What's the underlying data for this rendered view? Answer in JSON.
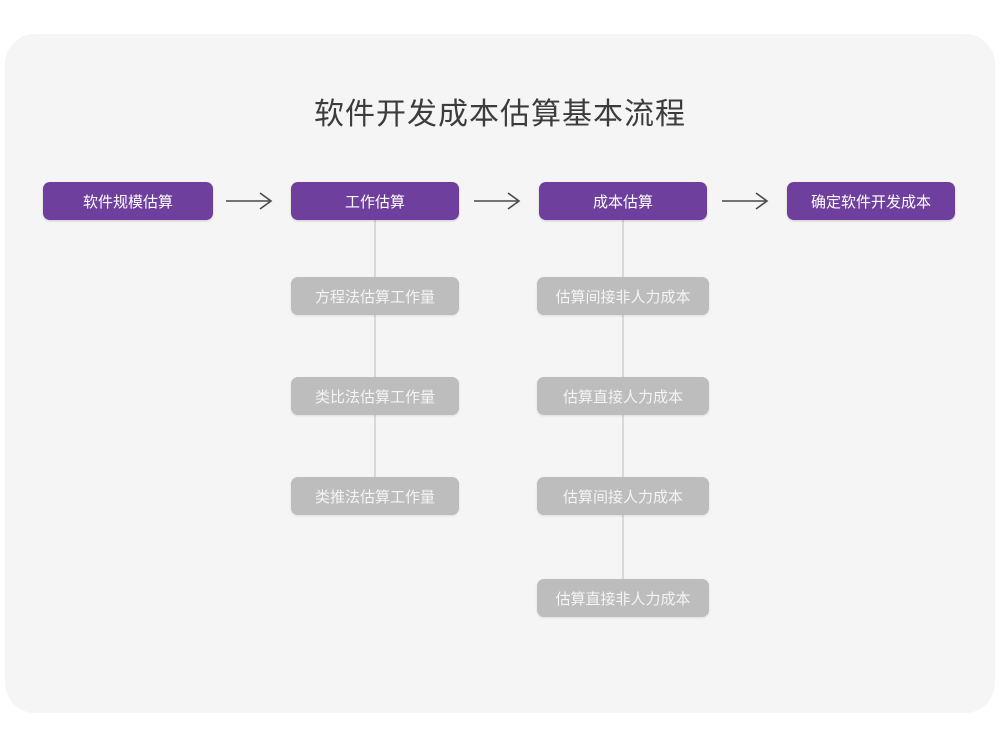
{
  "canvas": {
    "background": "#ffffff",
    "card_background": "#f5f5f5"
  },
  "colors": {
    "primary": "#6f3f9e",
    "secondary": "#bdbdbd",
    "title_text": "#3c3c3c",
    "primary_text": "#ffffff",
    "secondary_text": "#f4f4f4",
    "connector": "#d8d8d8",
    "arrow": "#4a4a4a"
  },
  "title": "软件开发成本估算基本流程",
  "diagram": {
    "type": "flowchart",
    "stages": [
      {
        "id": "stage-1",
        "label": "软件规模估算",
        "style": "primary",
        "substeps": []
      },
      {
        "id": "stage-2",
        "label": "工作估算",
        "style": "primary",
        "substeps": [
          {
            "id": "stage-2-sub-1",
            "label": "方程法估算工作量",
            "style": "secondary"
          },
          {
            "id": "stage-2-sub-2",
            "label": "类比法估算工作量",
            "style": "secondary"
          },
          {
            "id": "stage-2-sub-3",
            "label": "类推法估算工作量",
            "style": "secondary"
          }
        ]
      },
      {
        "id": "stage-3",
        "label": "成本估算",
        "style": "primary",
        "substeps": [
          {
            "id": "stage-3-sub-1",
            "label": "估算间接非人力成本",
            "style": "secondary"
          },
          {
            "id": "stage-3-sub-2",
            "label": "估算直接人力成本",
            "style": "secondary"
          },
          {
            "id": "stage-3-sub-3",
            "label": "估算间接人力成本",
            "style": "secondary"
          },
          {
            "id": "stage-3-sub-4",
            "label": "估算直接非人力成本",
            "style": "secondary"
          }
        ]
      },
      {
        "id": "stage-4",
        "label": "确定软件开发成本",
        "style": "primary",
        "substeps": []
      }
    ],
    "connectors": [
      {
        "id": "arrow-1",
        "glyph": "⟶",
        "from": "stage-1",
        "to": "stage-2"
      },
      {
        "id": "arrow-2",
        "glyph": "⟶",
        "from": "stage-2",
        "to": "stage-3"
      },
      {
        "id": "arrow-3",
        "glyph": "⟶",
        "from": "stage-3",
        "to": "stage-4"
      }
    ]
  }
}
